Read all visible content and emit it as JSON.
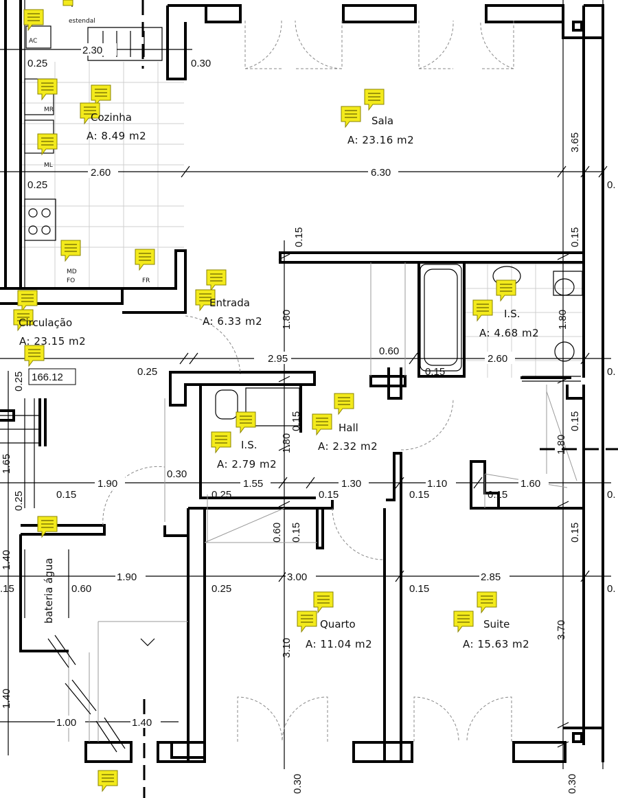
{
  "rooms": {
    "cozinha": {
      "name": "Cozinha",
      "area": "A: 8.49  m2"
    },
    "sala": {
      "name": "Sala",
      "area": "A: 23.16  m2"
    },
    "entrada": {
      "name": "Entrada",
      "area": "A: 6.33  m2"
    },
    "circulacao": {
      "name": "Circulação",
      "area": "A: 23.15  m2"
    },
    "is_master": {
      "name": "I.S.",
      "area": "A: 4.68  m2"
    },
    "is_small": {
      "name": "I.S.",
      "area": "A: 2.79  m2"
    },
    "hall": {
      "name": "Hall",
      "area": "A: 2.32  m2"
    },
    "quarto": {
      "name": "Quarto",
      "area": "A: 11.04  m2"
    },
    "suite": {
      "name": "Suite",
      "area": "A: 15.63  m2"
    }
  },
  "labels": {
    "estendal": "estendal",
    "ac": "AC",
    "mr": "MR",
    "ml": "ML",
    "md": "MD",
    "fo": "FO",
    "fr": "FR",
    "bateria_agua": "bateria água",
    "elevation": "166.12"
  },
  "dimensions": {
    "d_2_30": "2.30",
    "d_0_25_a": "0.25",
    "d_0_30_a": "0.30",
    "d_2_60_a": "2.60",
    "d_6_30": "6.30",
    "d_0_25_b": "0.25",
    "d_3_65": "3.65",
    "d_0_15_a": "0.15",
    "d_0_15_b": "0.15",
    "d_1_80_a": "1.80",
    "d_2_95": "2.95",
    "d_0_60_a": "0.60",
    "d_0_15_c": "0.15",
    "d_2_60_b": "2.60",
    "d_1_80_b": "1.80",
    "d_0_25_c": "0.25",
    "d_0_25_d": "0.25",
    "d_0_15_d": "0.15",
    "d_1_80_c": "1.80",
    "d_1_80_d": "1.80",
    "d_0_15_e": "0.15",
    "d_1_65": "1.65",
    "d_0_25_e": "0.25",
    "d_0_15_f": "0.15",
    "d_1_90_a": "1.90",
    "d_0_30_b": "0.30",
    "d_1_55": "1.55",
    "d_0_25_f": "0.25",
    "d_0_15_g": "0.15",
    "d_1_30": "1.30",
    "d_0_15_h": "0.15",
    "d_1_10": "1.10",
    "d_0_15_i": "0.15",
    "d_1_60": "1.60",
    "d_0_60_b": "0.60",
    "d_0_15_j": "0.15",
    "d_0_15_k": "0.15",
    "d_1_40_a": "1.40",
    "d_15": ".15",
    "d_0_60_c": "0.60",
    "d_1_90_b": "1.90",
    "d_0_25_g": "0.25",
    "d_3_00": "3.00",
    "d_0_15_l": "0.15",
    "d_2_85": "2.85",
    "d_3_10": "3.10",
    "d_3_70": "3.70",
    "d_1_40_b": "1.40",
    "d_1_00": "1.00",
    "d_1_40_c": "1.40",
    "d_0_30_c": "0.30",
    "d_0_30_d": "0.30",
    "d_0_r1": "0.",
    "d_0_r2": "0.",
    "d_0_r3": "0.",
    "d_0_r4": "0."
  }
}
